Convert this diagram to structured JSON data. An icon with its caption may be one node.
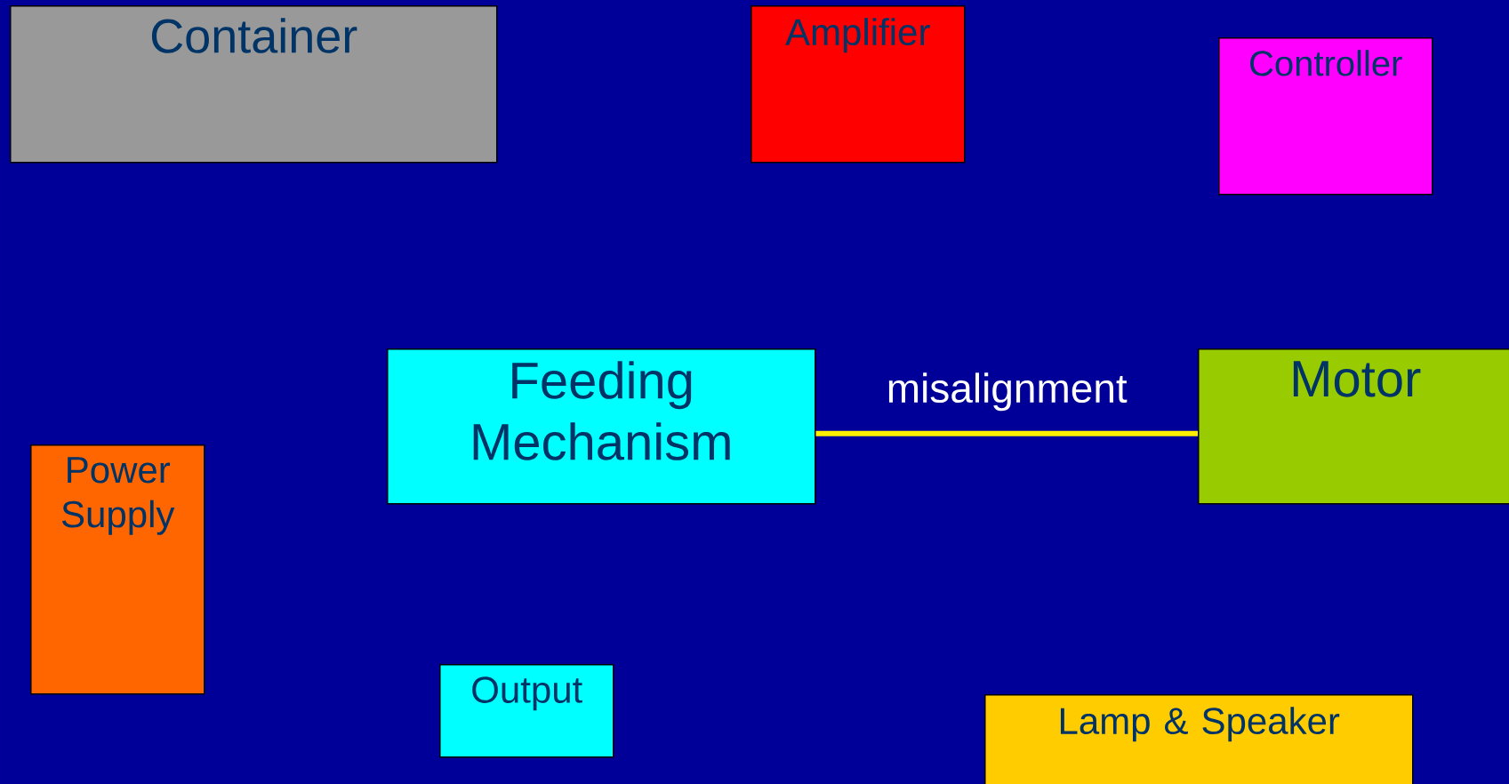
{
  "diagram": {
    "nodes": [
      {
        "text": [
          "Container"
        ]
      },
      {
        "text": [
          "Amplifier"
        ]
      },
      {
        "text": [
          "Controller"
        ]
      },
      {
        "text": [
          "Feeding Mechanism"
        ]
      },
      {
        "text": [
          "Motor"
        ]
      },
      {
        "text": [
          "Power Supply"
        ]
      },
      {
        "text": [
          "Output"
        ]
      },
      {
        "text": [
          "Lamp & Speaker"
        ]
      }
    ],
    "edges": [
      {
        "from": 3,
        "to": 4,
        "arrow": "none",
        "label": "misalignment",
        "color": "#ffee00"
      }
    ]
  }
}
